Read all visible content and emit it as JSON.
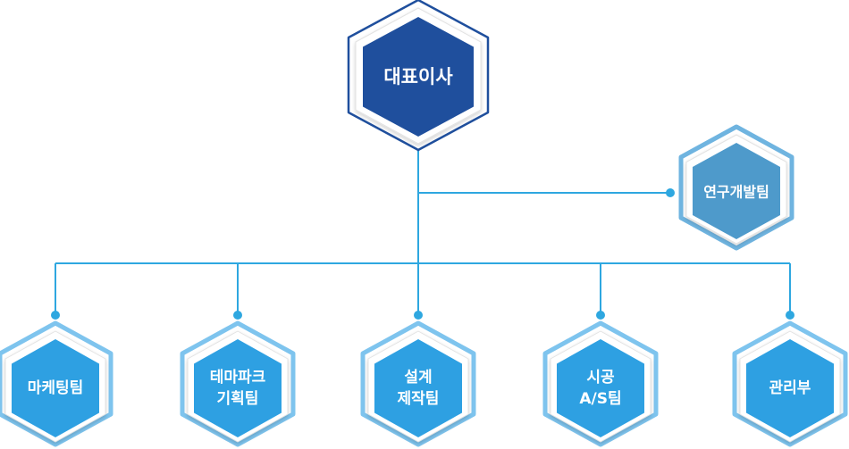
{
  "ceo": {
    "label": "대표이사"
  },
  "rnd": {
    "label": "연구개발팀"
  },
  "teams": [
    {
      "lines": [
        "마케팅팀"
      ]
    },
    {
      "lines": [
        "테마파크",
        "기획팀"
      ]
    },
    {
      "lines": [
        "설계",
        "제작팀"
      ]
    },
    {
      "lines": [
        "시공",
        "A/S팀"
      ]
    },
    {
      "lines": [
        "관리부"
      ]
    }
  ],
  "colors": {
    "connector": "#2ea7e0",
    "ceo_fill": "#1f4f9d",
    "ceo_outline": "#1f4f9d",
    "rnd_fill": "#4e9acb",
    "rnd_outline": "#6fb4e0",
    "team_fill": "#2ea0e2",
    "team_outline": "#7ec4ee",
    "frame": "#ffffff",
    "frame_border": "#e3e3e3"
  }
}
